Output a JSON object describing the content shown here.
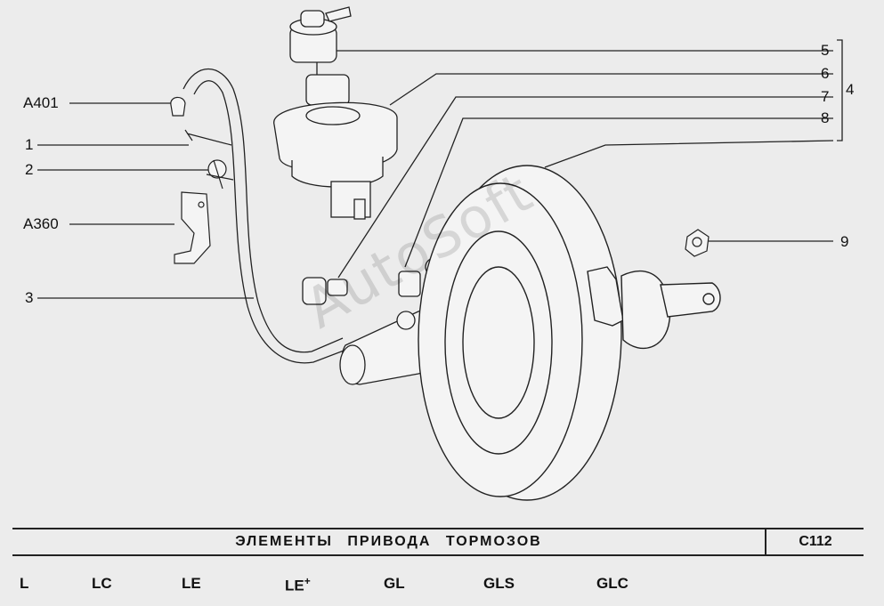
{
  "callouts_left": [
    {
      "id": "a401",
      "label": "А401"
    },
    {
      "id": "p1",
      "label": "1"
    },
    {
      "id": "p2",
      "label": "2"
    },
    {
      "id": "a360",
      "label": "А360"
    },
    {
      "id": "p3",
      "label": "3"
    }
  ],
  "callouts_right": [
    {
      "id": "p5",
      "label": "5"
    },
    {
      "id": "p6",
      "label": "6"
    },
    {
      "id": "p7",
      "label": "7"
    },
    {
      "id": "p8",
      "label": "8"
    },
    {
      "id": "p4",
      "label": "4"
    },
    {
      "id": "p9",
      "label": "9"
    }
  ],
  "watermark": "AutoSoft",
  "title": "ЭЛЕМЕНТЫ ПРИВОДА ТОРМОЗОВ",
  "code": "С112",
  "variants": [
    {
      "label": "L"
    },
    {
      "label": "LC"
    },
    {
      "label": "LE"
    },
    {
      "label": "LE",
      "suffix": "+"
    },
    {
      "label": "GL"
    },
    {
      "label": "GLS"
    },
    {
      "label": "GLC"
    }
  ],
  "colors": {
    "background": "#ececec",
    "line": "#222222",
    "part_fill": "#f4f4f4"
  }
}
